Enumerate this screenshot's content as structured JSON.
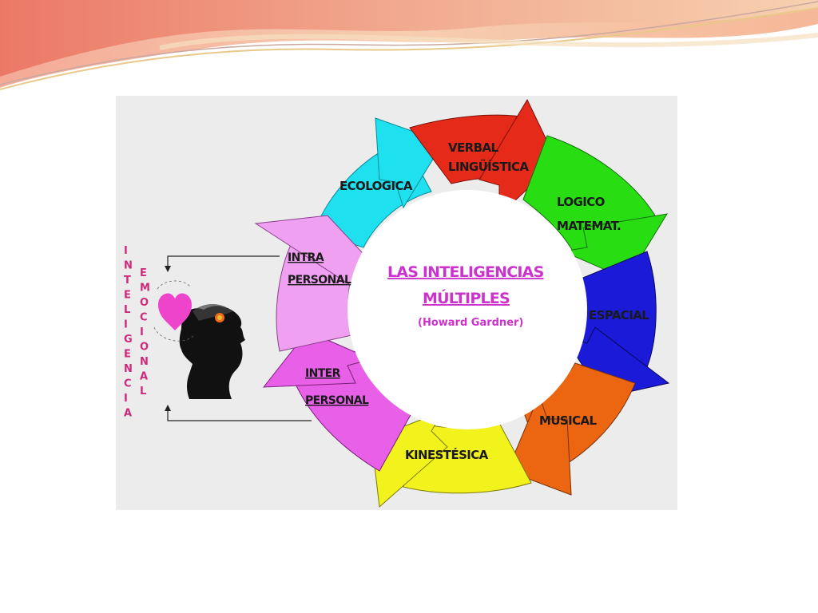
{
  "diagram": {
    "title_line1": "LAS INTELIGENCIAS",
    "title_line2": "MÚLTIPLES",
    "subtitle": "(Howard Gardner)",
    "segments": {
      "verbal": {
        "line1": "VERBAL",
        "line2": "LINGÜÍSTICA",
        "color": "#e62a1a"
      },
      "logico": {
        "line1": "LOGICO",
        "line2": "MATEMAT.",
        "color": "#28dd12"
      },
      "espacial": {
        "line1": "ESPACIAL",
        "color": "#1a1ad8"
      },
      "musical": {
        "line1": "MUSICAL",
        "color": "#ec6612"
      },
      "kinestesica": {
        "line1": "KINESTÉSICA",
        "color": "#f2f21c"
      },
      "interpersonal": {
        "line1": "INTER",
        "line2": "PERSONAL",
        "color": "#e860e8"
      },
      "intrapersonal": {
        "line1": "INTRA",
        "line2": "PERSONAL",
        "color": "#f0a0f0"
      },
      "ecologica": {
        "line1": "ECOLOGICA",
        "color": "#1ee0ee"
      }
    },
    "side_labels": {
      "vertical_word_1": [
        "I",
        "N",
        "T",
        "E",
        "L",
        "I",
        "G",
        "E",
        "N",
        "C",
        "I",
        "A"
      ],
      "vertical_word_2": [
        "E",
        "M",
        "O",
        "C",
        "I",
        "O",
        "N",
        "A",
        "L"
      ],
      "heart_icon": "heart-icon",
      "head_icon": "head-silhouette-icon"
    }
  }
}
